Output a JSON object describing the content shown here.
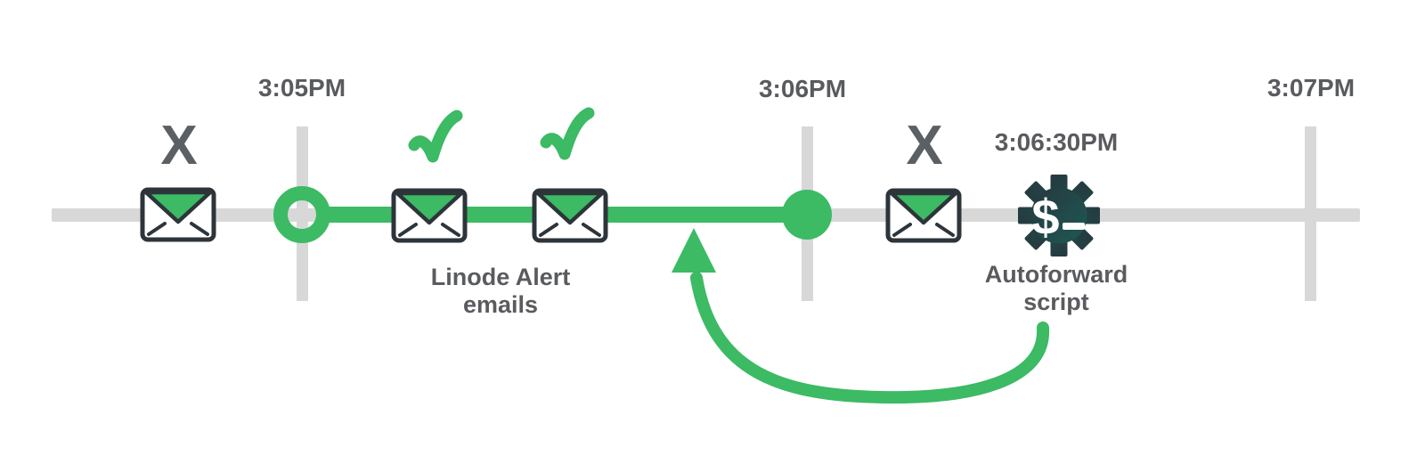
{
  "colors": {
    "green": "#3CBA64",
    "track_gray": "#D8D8D8",
    "text_gray": "#595B5E",
    "x_gray": "#5B6065",
    "outline_dark": "#2D353B",
    "gear_grad_start": "#273039",
    "gear_grad_end": "#1D6159",
    "white": "#FFFFFF"
  },
  "timeline": {
    "ticks": [
      {
        "label": "3:05PM"
      },
      {
        "label": "3:06PM"
      },
      {
        "label": "3:07PM"
      }
    ]
  },
  "markers": {
    "missed_symbol": "X",
    "alert_label_line1": "Linode Alert",
    "alert_label_line2": "emails",
    "autoforward_time": "3:06:30PM",
    "autoforward_label_line1": "Autoforward",
    "autoforward_label_line2": "script",
    "gear_prompt": "$"
  }
}
